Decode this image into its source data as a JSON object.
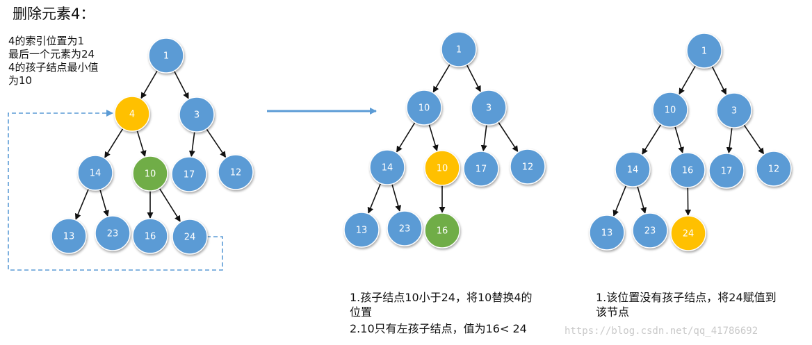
{
  "title": "删除元素4：",
  "notes": "4的索引位置为1\n最后一个元素为24\n4的孩子结点最小值\n为10",
  "captions": {
    "step1": "1.孩子结点10小于24，将10替换4的\n位置",
    "step2": "2.10只有左孩子结点，值为16< 24",
    "step3": "1.该位置没有孩子结点，将24赋值到\n该节点"
  },
  "watermark": "https://blog.csdn.net/qq_41786692",
  "colors": {
    "blue": "#5b9bd5",
    "yellow": "#ffc000",
    "green": "#70ad47",
    "line": "#41719c"
  },
  "trees": [
    {
      "nodes": [
        {
          "id": "a",
          "label": "1",
          "color": "blue"
        },
        {
          "id": "b",
          "label": "4",
          "color": "yellow"
        },
        {
          "id": "c",
          "label": "3",
          "color": "blue"
        },
        {
          "id": "d",
          "label": "14",
          "color": "blue"
        },
        {
          "id": "e",
          "label": "10",
          "color": "green"
        },
        {
          "id": "f",
          "label": "17",
          "color": "blue"
        },
        {
          "id": "g",
          "label": "12",
          "color": "blue"
        },
        {
          "id": "h",
          "label": "13",
          "color": "blue"
        },
        {
          "id": "i",
          "label": "23",
          "color": "blue"
        },
        {
          "id": "j",
          "label": "16",
          "color": "blue"
        },
        {
          "id": "k",
          "label": "24",
          "color": "blue"
        }
      ],
      "edges": [
        [
          "a",
          "b"
        ],
        [
          "a",
          "c"
        ],
        [
          "b",
          "d"
        ],
        [
          "b",
          "e"
        ],
        [
          "c",
          "f"
        ],
        [
          "c",
          "g"
        ],
        [
          "d",
          "h"
        ],
        [
          "d",
          "i"
        ],
        [
          "e",
          "j"
        ],
        [
          "e",
          "k"
        ]
      ]
    },
    {
      "nodes": [
        {
          "id": "a",
          "label": "1",
          "color": "blue"
        },
        {
          "id": "b",
          "label": "10",
          "color": "blue"
        },
        {
          "id": "c",
          "label": "3",
          "color": "blue"
        },
        {
          "id": "d",
          "label": "14",
          "color": "blue"
        },
        {
          "id": "e",
          "label": "10",
          "color": "yellow"
        },
        {
          "id": "f",
          "label": "17",
          "color": "blue"
        },
        {
          "id": "g",
          "label": "12",
          "color": "blue"
        },
        {
          "id": "h",
          "label": "13",
          "color": "blue"
        },
        {
          "id": "i",
          "label": "23",
          "color": "blue"
        },
        {
          "id": "j",
          "label": "16",
          "color": "green"
        }
      ],
      "edges": [
        [
          "a",
          "b"
        ],
        [
          "a",
          "c"
        ],
        [
          "b",
          "d"
        ],
        [
          "b",
          "e"
        ],
        [
          "c",
          "f"
        ],
        [
          "c",
          "g"
        ],
        [
          "d",
          "h"
        ],
        [
          "d",
          "i"
        ],
        [
          "e",
          "j"
        ]
      ]
    },
    {
      "nodes": [
        {
          "id": "a",
          "label": "1",
          "color": "blue"
        },
        {
          "id": "b",
          "label": "10",
          "color": "blue"
        },
        {
          "id": "c",
          "label": "3",
          "color": "blue"
        },
        {
          "id": "d",
          "label": "14",
          "color": "blue"
        },
        {
          "id": "e",
          "label": "16",
          "color": "blue"
        },
        {
          "id": "f",
          "label": "17",
          "color": "blue"
        },
        {
          "id": "g",
          "label": "12",
          "color": "blue"
        },
        {
          "id": "h",
          "label": "13",
          "color": "blue"
        },
        {
          "id": "i",
          "label": "23",
          "color": "blue"
        },
        {
          "id": "j",
          "label": "24",
          "color": "yellow"
        }
      ],
      "edges": [
        [
          "a",
          "b"
        ],
        [
          "a",
          "c"
        ],
        [
          "b",
          "d"
        ],
        [
          "b",
          "e"
        ],
        [
          "c",
          "f"
        ],
        [
          "c",
          "g"
        ],
        [
          "d",
          "h"
        ],
        [
          "d",
          "i"
        ],
        [
          "e",
          "j"
        ]
      ]
    }
  ]
}
